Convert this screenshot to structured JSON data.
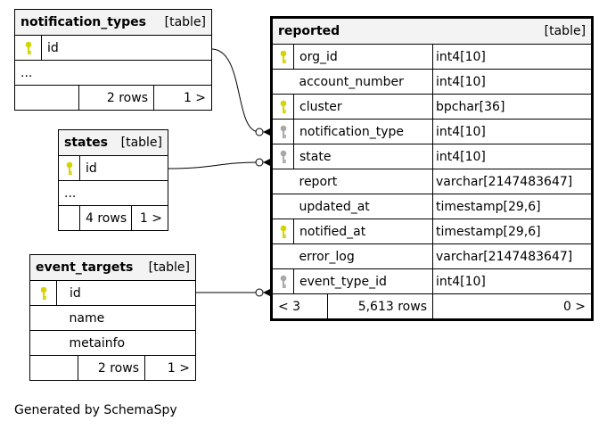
{
  "tables": {
    "notification_types": {
      "name": "notification_types",
      "kind": "[table]",
      "columns": [
        {
          "name": "id",
          "key": "primary"
        }
      ],
      "ellipsis": "...",
      "rows_label": "2 rows",
      "children_label": "1 >"
    },
    "states": {
      "name": "states",
      "kind": "[table]",
      "columns": [
        {
          "name": "id",
          "key": "primary"
        }
      ],
      "ellipsis": "...",
      "rows_label": "4 rows",
      "children_label": "1 >"
    },
    "event_targets": {
      "name": "event_targets",
      "kind": "[table]",
      "columns": [
        {
          "name": "id",
          "key": "primary"
        },
        {
          "name": "name",
          "key": ""
        },
        {
          "name": "metainfo",
          "key": ""
        }
      ],
      "rows_label": "2 rows",
      "children_label": "1 >"
    },
    "reported": {
      "name": "reported",
      "kind": "[table]",
      "columns": [
        {
          "name": "org_id",
          "type": "int4[10]",
          "key": "primary"
        },
        {
          "name": "account_number",
          "type": "int4[10]",
          "key": ""
        },
        {
          "name": "cluster",
          "type": "bpchar[36]",
          "key": "primary"
        },
        {
          "name": "notification_type",
          "type": "int4[10]",
          "key": "foreign"
        },
        {
          "name": "state",
          "type": "int4[10]",
          "key": "foreign"
        },
        {
          "name": "report",
          "type": "varchar[2147483647]",
          "key": ""
        },
        {
          "name": "updated_at",
          "type": "timestamp[29,6]",
          "key": ""
        },
        {
          "name": "notified_at",
          "type": "timestamp[29,6]",
          "key": "primary"
        },
        {
          "name": "error_log",
          "type": "varchar[2147483647]",
          "key": ""
        },
        {
          "name": "event_type_id",
          "type": "int4[10]",
          "key": "foreign"
        }
      ],
      "parents_label": "< 3",
      "rows_label": "5,613 rows",
      "children_label": "0 >"
    }
  },
  "colors": {
    "primary_key": "#d4d400",
    "foreign_key": "#a8a8a8",
    "header_bg": "#f3f3f3"
  },
  "footer": "Generated by SchemaSpy"
}
